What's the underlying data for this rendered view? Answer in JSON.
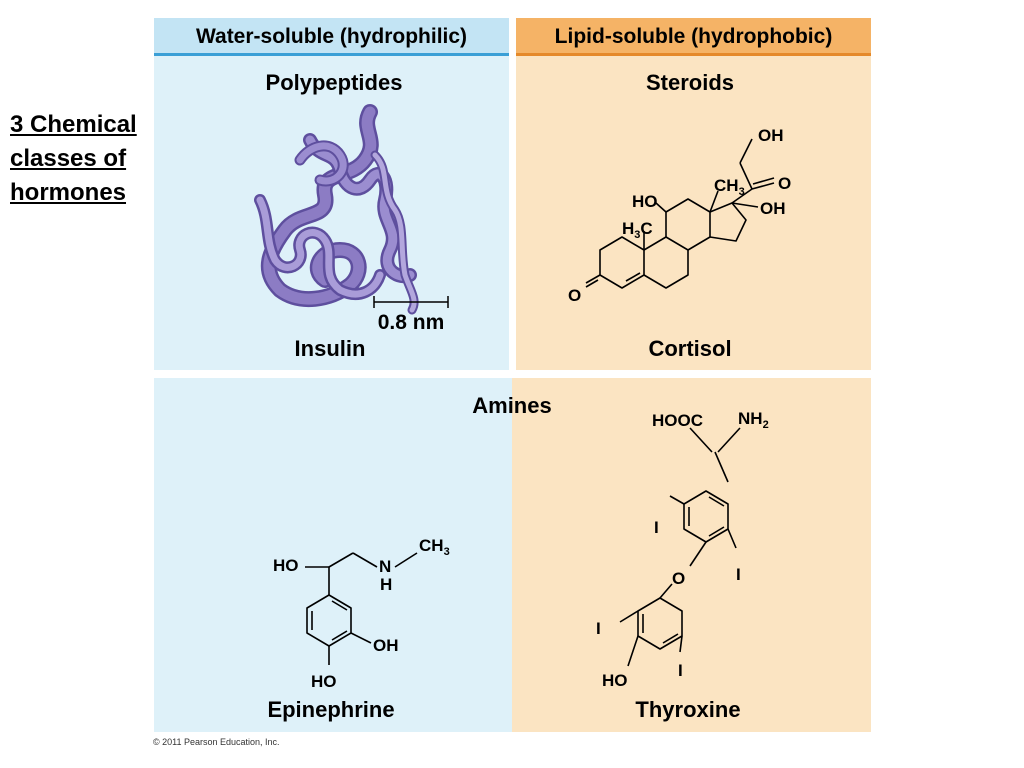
{
  "side_title": [
    "3 Chemical",
    "classes of",
    "hormones"
  ],
  "headers": {
    "water": "Water-soluble (hydrophilic)",
    "lipid": "Lipid-soluble (hydrophobic)"
  },
  "top_left": {
    "class_label": "Polypeptides",
    "example": "Insulin",
    "scale_label": "0.8 nm"
  },
  "top_right": {
    "class_label": "Steroids",
    "example": "Cortisol",
    "atoms": {
      "oh_top": "OH",
      "ho": "HO",
      "ch3": "CH",
      "ch3_sub": "3",
      "h3c_h": "H",
      "h3c_sub": "3",
      "h3c_c": "C",
      "ketone_o": "O",
      "oh_right": "OH",
      "ring_o": "O"
    }
  },
  "bottom": {
    "class_label": "Amines",
    "left_example": "Epinephrine",
    "right_example": "Thyroxine",
    "epi_atoms": {
      "ho_top": "HO",
      "n": "N",
      "h": "H",
      "ch": "CH",
      "ch_sub": "3",
      "oh": "OH",
      "ho_bottom": "HO"
    },
    "thy_atoms": {
      "hooc": "HOOC",
      "nh": "NH",
      "nh_sub": "2",
      "i1": "I",
      "i2": "I",
      "o": "O",
      "i3": "I",
      "i4": "I",
      "ho": "HO"
    }
  },
  "copyright": "© 2011 Pearson Education, Inc.",
  "colors": {
    "water_panel": "#def1f9",
    "lipid_panel": "#fbe4c2",
    "water_header": "#c3e4f4",
    "lipid_header": "#f5b366",
    "ribbon": "#8c7cc4"
  }
}
